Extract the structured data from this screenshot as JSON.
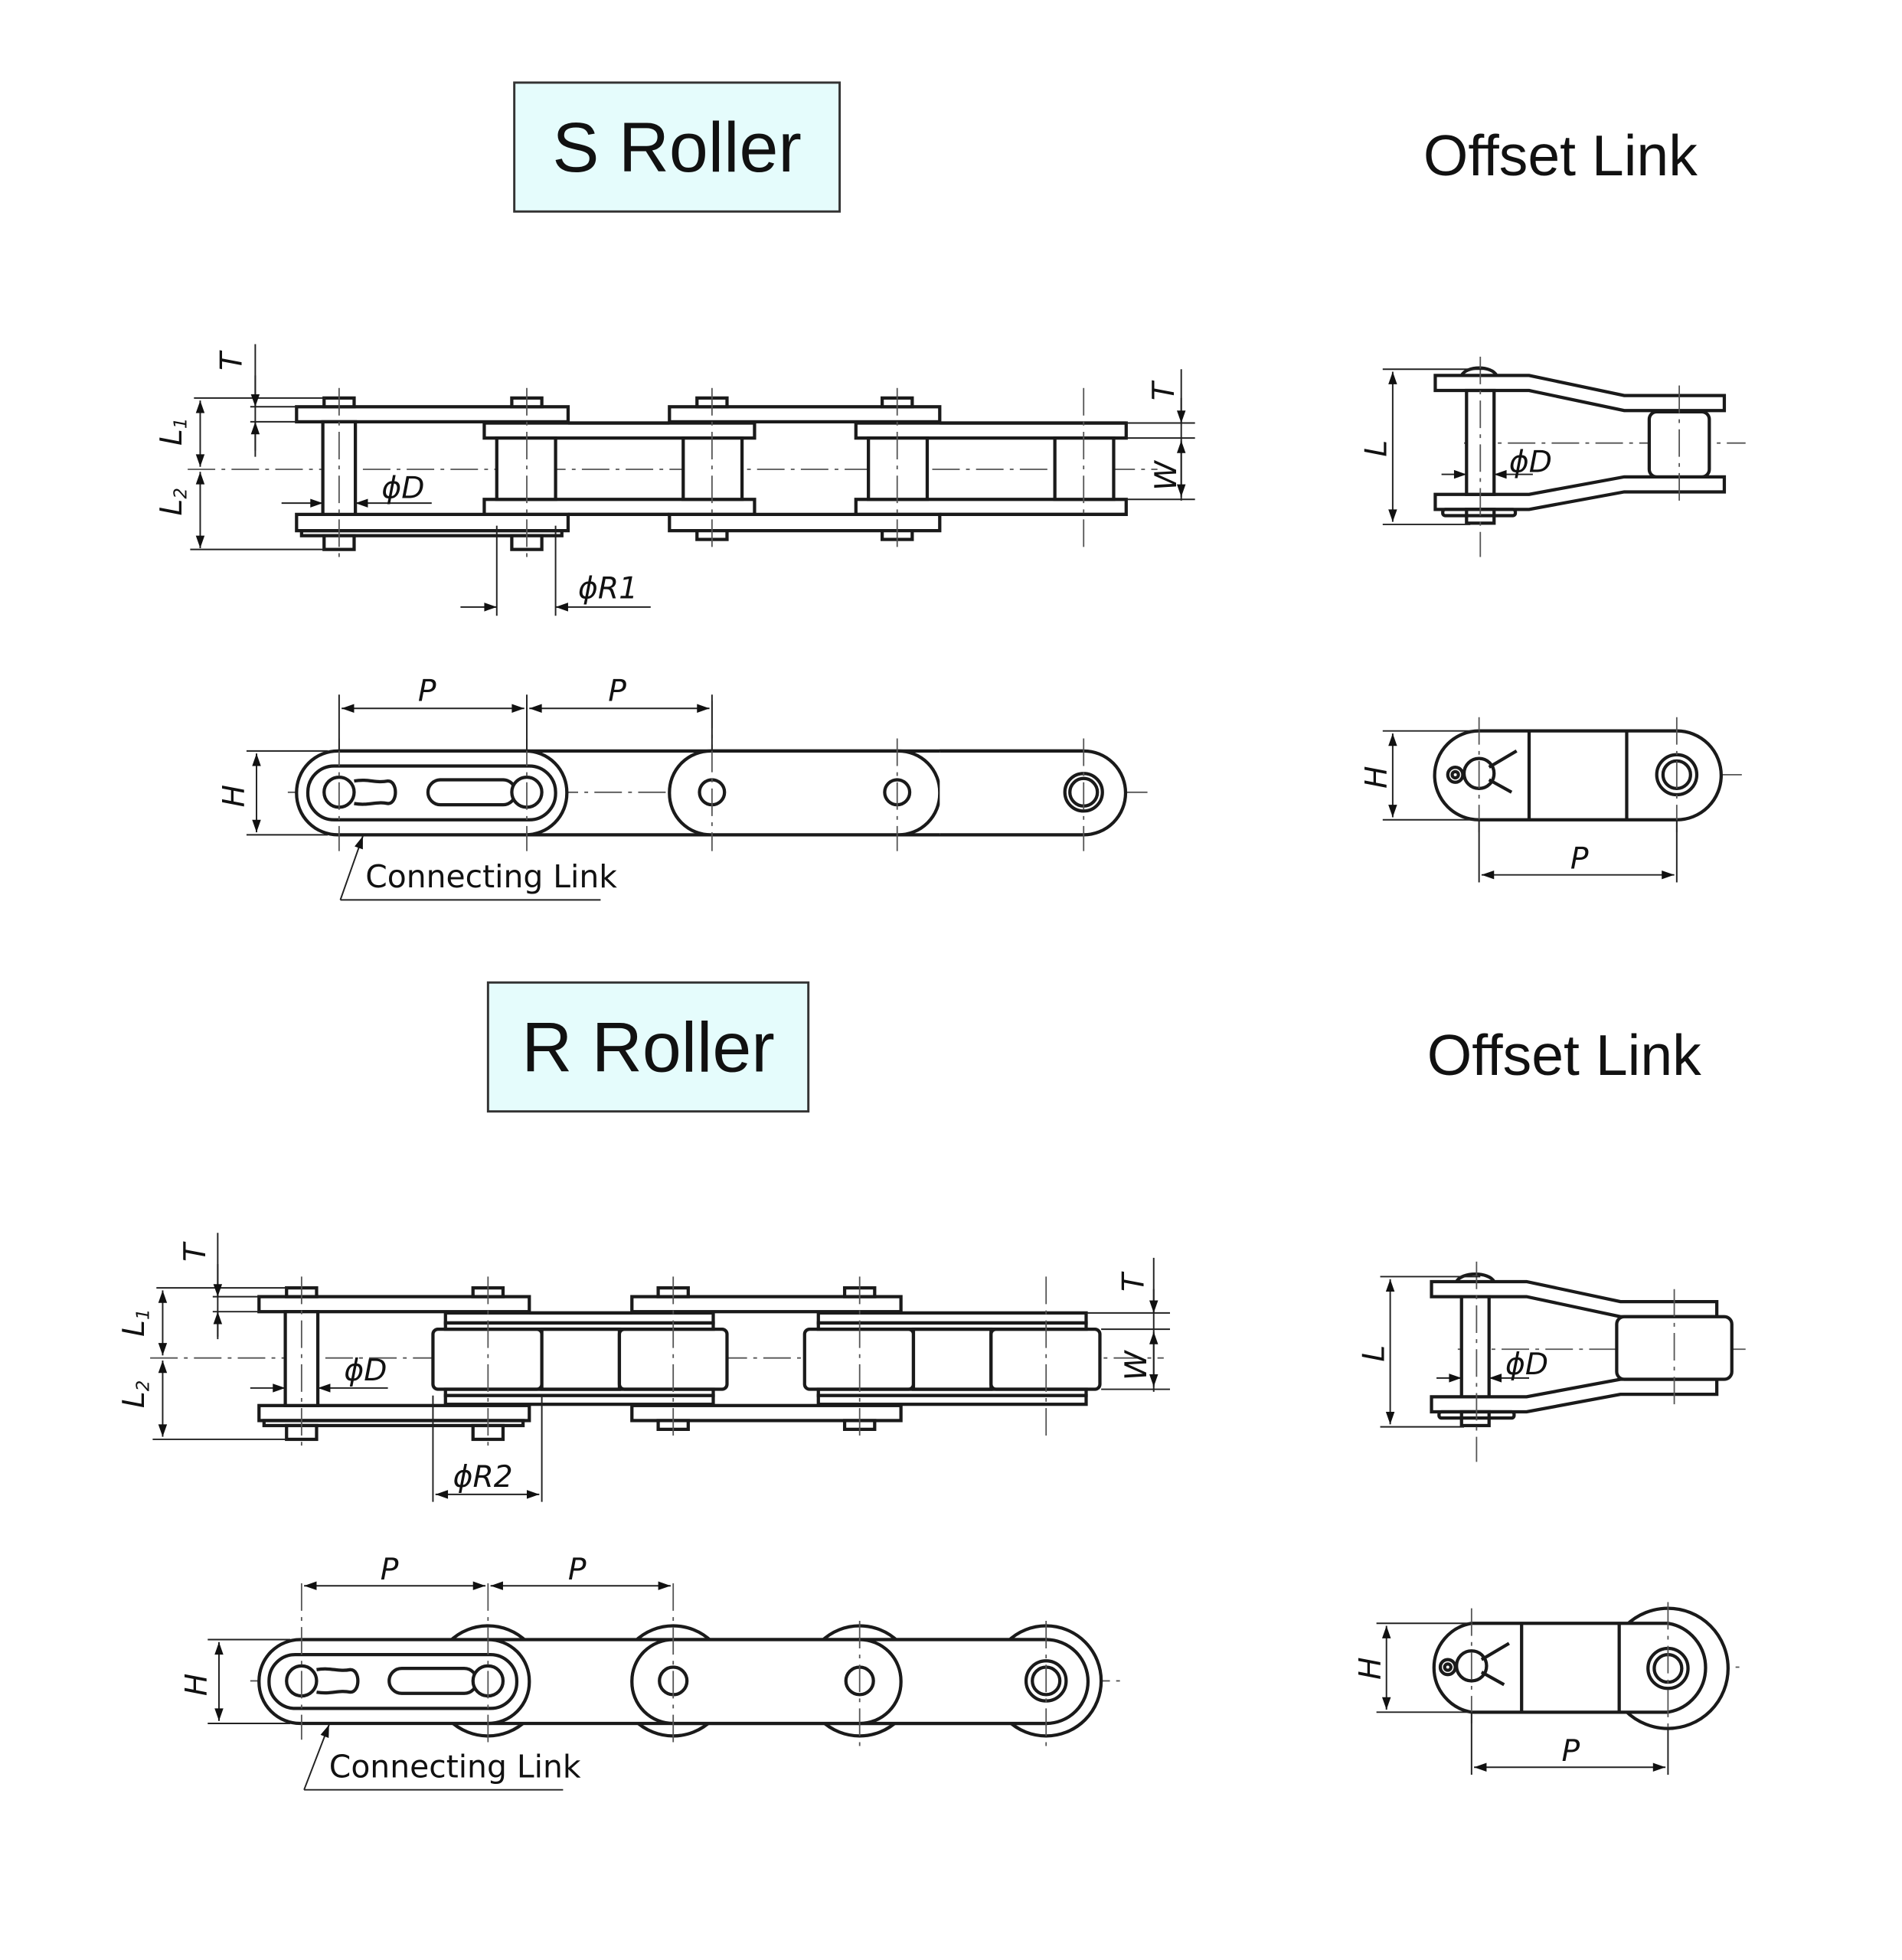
{
  "figure": {
    "background": "#ffffff",
    "title_box_fill": "#e5fcfc"
  },
  "sections": [
    {
      "title": "S Roller",
      "offset_title": "Offset Link",
      "top_view": {
        "labels": {
          "T_left": "T",
          "L1": "L1",
          "L1_main": "L",
          "L1_sub": "1",
          "L2_main": "L",
          "L2_sub": "2",
          "D": "ϕD",
          "R": "ϕR1",
          "T_right": "T",
          "W": "W"
        }
      },
      "side_view": {
        "labels": {
          "P1": "P",
          "P2": "P",
          "H": "H",
          "connecting_link": "Connecting Link"
        }
      },
      "offset_top": {
        "labels": {
          "L": "L",
          "D": "ϕD"
        }
      },
      "offset_side": {
        "labels": {
          "H": "H",
          "P": "P"
        }
      }
    },
    {
      "title": "R Roller",
      "offset_title": "Offset Link",
      "top_view": {
        "labels": {
          "T_left": "T",
          "L1_main": "L",
          "L1_sub": "1",
          "L2_main": "L",
          "L2_sub": "2",
          "D": "ϕD",
          "R": "ϕR2",
          "T_right": "T",
          "W": "W"
        }
      },
      "side_view": {
        "labels": {
          "P1": "P",
          "P2": "P",
          "H": "H",
          "connecting_link": "Connecting Link"
        }
      },
      "offset_top": {
        "labels": {
          "L": "L",
          "D": "ϕD"
        }
      },
      "offset_side": {
        "labels": {
          "H": "H",
          "P": "P"
        }
      }
    }
  ]
}
